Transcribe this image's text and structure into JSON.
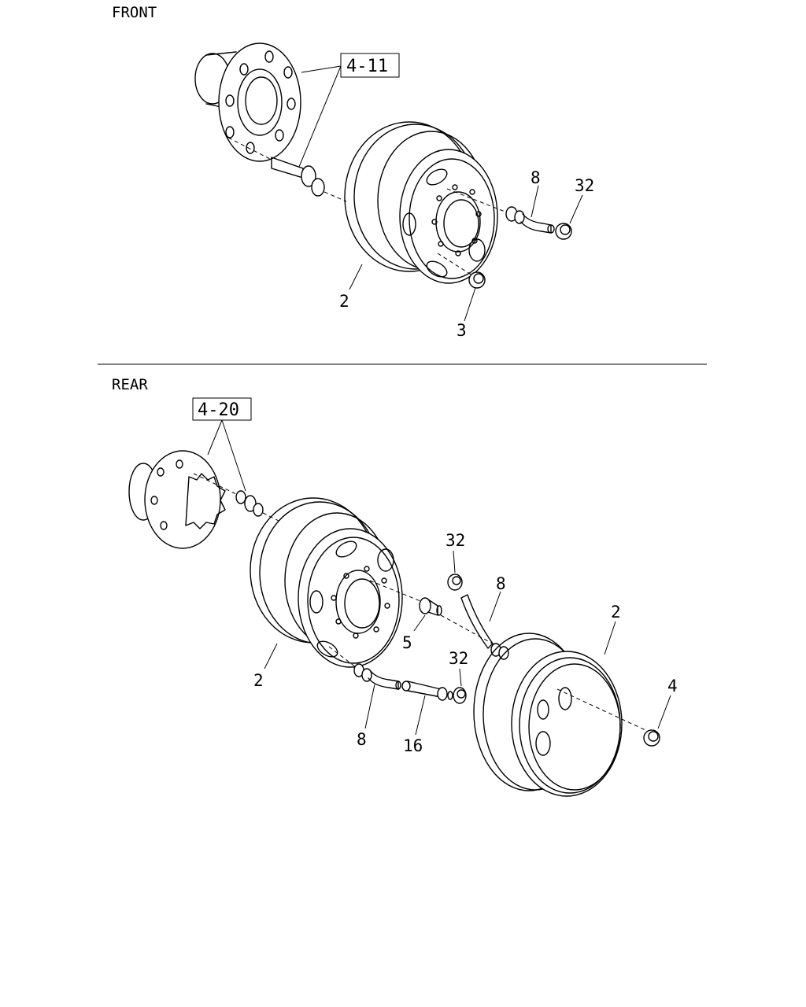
{
  "sections": {
    "front": "FRONT",
    "rear": "REAR"
  },
  "references": {
    "front_hub": "4-11",
    "rear_hub": "4-20"
  },
  "callouts": {
    "front_valve": "8",
    "front_cap": "32",
    "front_wheel": "2",
    "front_nut": "3",
    "rear_cap_upper": "32",
    "rear_valve_upper": "8",
    "rear_outer_wheel": "2",
    "rear_nut_inner": "5",
    "rear_inner_wheel": "2",
    "rear_cap_lower": "32",
    "rear_outer_nut": "4",
    "rear_valve_lower": "8",
    "rear_extension": "16"
  }
}
